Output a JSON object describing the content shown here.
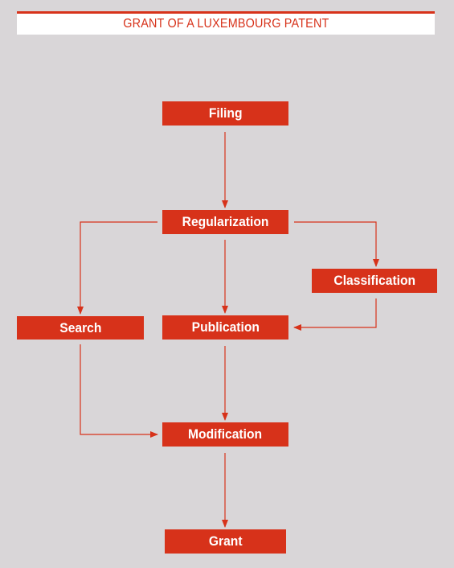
{
  "title": "GRANT OF A LUXEMBOURG PATENT",
  "colors": {
    "accent": "#d7321a",
    "background": "#d9d6d8",
    "title_bg": "#ffffff"
  },
  "nodes": {
    "filing": "Filing",
    "regularization": "Regularization",
    "classification": "Classification",
    "search": "Search",
    "publication": "Publication",
    "modification": "Modification",
    "grant": "Grant"
  },
  "edges": [
    {
      "from": "Filing",
      "to": "Regularization"
    },
    {
      "from": "Regularization",
      "to": "Search"
    },
    {
      "from": "Regularization",
      "to": "Publication"
    },
    {
      "from": "Regularization",
      "to": "Classification"
    },
    {
      "from": "Classification",
      "to": "Publication"
    },
    {
      "from": "Search",
      "to": "Modification"
    },
    {
      "from": "Publication",
      "to": "Modification"
    },
    {
      "from": "Modification",
      "to": "Grant"
    }
  ]
}
